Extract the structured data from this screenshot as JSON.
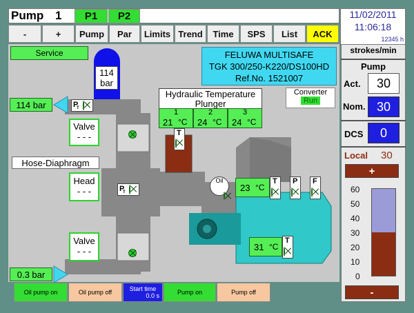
{
  "header": {
    "title": "Pump",
    "pump_number": "1",
    "tab_p1": "P1",
    "tab_p2": "P2",
    "date": "11/02/2011",
    "time": "11:06:18",
    "hours": "12345 h"
  },
  "menu": {
    "minus": "-",
    "plus": "+",
    "pump": "Pump",
    "par": "Par",
    "limits": "Limits",
    "trend": "Trend",
    "time": "Time",
    "sps": "SPS",
    "list": "List",
    "ack": "ACK"
  },
  "left": {
    "service": "Service",
    "pressure_top": "114 bar",
    "pressure_bottom": "0.3 bar",
    "valve_top": "Valve",
    "valve_top_value": "- - -",
    "valve_bottom": "Valve",
    "valve_bottom_value": "- - -",
    "hose": "Hose-Diaphragm",
    "head": "Head",
    "head_value": "- - -"
  },
  "tank": {
    "value": "114",
    "unit": "bar"
  },
  "info": {
    "line1": "FELUWA MULTISAFE",
    "line2": "TGK 300/250-K220/DS100HD",
    "line3": "Ref.No. 1521007"
  },
  "converter": {
    "label": "Converter",
    "status": "Run"
  },
  "hydraulic": {
    "title_line1": "Hydraulic Temperature",
    "title_line2": "Plunger",
    "cells": [
      {
        "index": "1",
        "value": "21",
        "unit": "°C"
      },
      {
        "index": "2",
        "value": "24",
        "unit": "°C"
      },
      {
        "index": "3",
        "value": "24",
        "unit": "°C"
      }
    ]
  },
  "sensors": {
    "t": "T",
    "p": "P",
    "f": "F",
    "pt": "P",
    "pt_sub": "T",
    "oil": "Oil",
    "oil_temp": "23",
    "oil_temp_unit": "°C",
    "motor_temp": "31",
    "motor_temp_unit": "°C"
  },
  "right": {
    "strokes_label": "strokes/min",
    "pump_label": "Pump",
    "act_label": "Act.",
    "act_value": "30",
    "nom_label": "Nom.",
    "nom_value": "30",
    "dcs_label": "DCS",
    "dcs_value": "0",
    "local_label": "Local",
    "local_value": "30",
    "plus": "+",
    "minus": "-",
    "scale": [
      "60",
      "50",
      "40",
      "30",
      "20",
      "10",
      "0"
    ],
    "bar_level": 0.5
  },
  "bottom": {
    "oil_on": "Oil pump on",
    "oil_off": "Oil pump off",
    "start_time_label": "Start time",
    "start_time_value": "0.0 s",
    "pump_on": "Pump on",
    "pump_off": "Pump off"
  },
  "colors": {
    "accent_green": "#33dd33",
    "ack_yellow": "#ffff00",
    "nom_blue": "#1f1fe0",
    "tank_blue": "#1010e8",
    "motor_cyan": "#30c8c8",
    "oil_brown": "#8b2d12",
    "bar_lavender": "#9b9bd8"
  }
}
